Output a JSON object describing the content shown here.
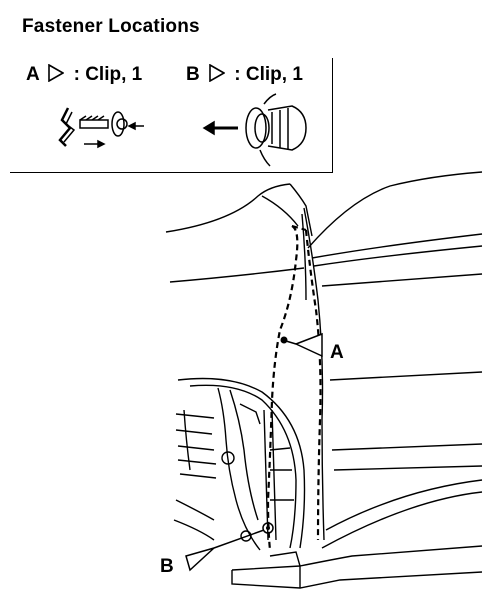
{
  "title": "Fastener Locations",
  "legend": {
    "a_letter": "A",
    "a_text": ": Clip, 1",
    "b_letter": "B",
    "b_text": ": Clip, 1"
  },
  "callouts": {
    "a": "A",
    "b": "B"
  },
  "colors": {
    "ink": "#000000",
    "paper": "#ffffff"
  }
}
